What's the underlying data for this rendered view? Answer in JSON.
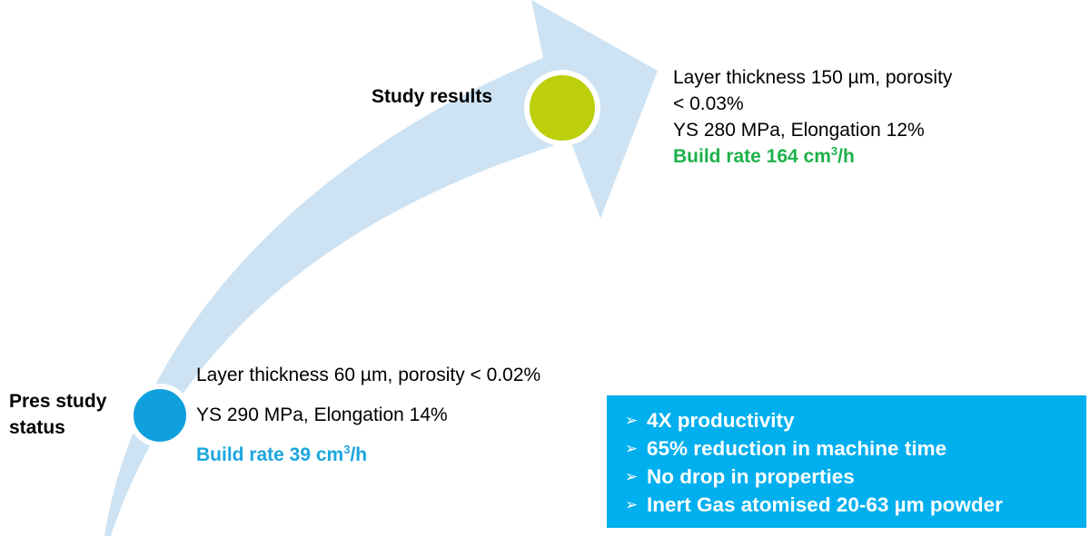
{
  "stages": {
    "start": {
      "label_line1": "Pres study",
      "label_line2": "status",
      "layer_line": "Layer thickness 60 µm, porosity < 0.02%",
      "strength_line": "YS 290 MPa, Elongation 14%",
      "build_rate_text": "Build rate 39 cm",
      "build_rate_sup": "3",
      "build_rate_unit": "/h",
      "build_rate_cm3_per_h": 39
    },
    "end": {
      "label": "Study results",
      "layer_line1": "Layer thickness 150 µm, porosity",
      "layer_line2": "< 0.03%",
      "strength_line": "YS 280 MPa, Elongation 12%",
      "build_rate_text": "Build rate 164 cm",
      "build_rate_sup": "3",
      "build_rate_unit": "/h",
      "build_rate_cm3_per_h": 164
    }
  },
  "benefits": [
    "4X productivity",
    "65% reduction in machine time",
    "No drop in properties",
    "Inert Gas atomised 20-63 µm powder"
  ],
  "colors": {
    "arrow_fill": "#cde3f3",
    "start_milestone": "#0fa0dd",
    "end_milestone": "#bccf0a",
    "start_build_rate": "#1aa6dd",
    "end_build_rate": "#1db14b",
    "benefits_box": "#00afee"
  },
  "icons": {
    "bullet": "arrowhead-bullet-icon"
  }
}
